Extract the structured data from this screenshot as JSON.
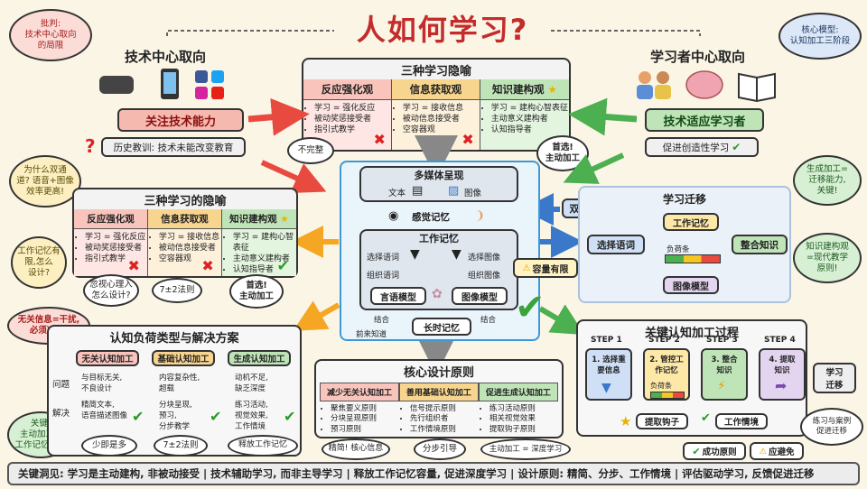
{
  "title": "人如何学习?",
  "bubbles": {
    "critique": "批判:\n技术中心取向\n的局限",
    "core_model": "核心模型:\n认知加工三阶段",
    "dual_channel_q": "为什么双通\n道? 语音+图像\n效率更高!",
    "wm_limited": "工作记忆有\n限,怎么\n设计?",
    "irrelevant": "无关信息=干扰,\n必须减少!",
    "key": "关键:\n主动加工+\n工作记忆管理",
    "gen_proc": "生成加工=\n迁移能力,\n关键!",
    "knowledge_view": "知识建构观\n=现代教学\n原则!",
    "incomplete": "不完整",
    "first_choice_top": "首选!\n主动加工",
    "ignore_psych": "忽视心理入\n怎么设计?",
    "seven_rule": "7±2法则",
    "first_choice_left": "首选!\n主动加工",
    "less_is_more": "少即是多",
    "seven_two": "7±2法则",
    "release_wm": "释放工作记忆",
    "precise_core": "精简! 核心信息",
    "step_guide": "分步引导",
    "active_deep": "主动加工 = 深度学习",
    "practice_case": "练习与案例\n促进迁移"
  },
  "left_top": {
    "heading": "技术中心取向",
    "focus": "关注技术能力",
    "lesson": "历史教训: 技术未能改变教育"
  },
  "right_top": {
    "heading": "学习者中心取向",
    "adapt": "技术适应学习者",
    "promote": "促进创造性学习"
  },
  "top_metaphors": {
    "title": "三种学习隐喻",
    "cols": [
      {
        "head": "反应强化观",
        "items": [
          "学习 = 强化反应",
          "被动奖惩接受者",
          "指引式教学"
        ]
      },
      {
        "head": "信息获取观",
        "items": [
          "学习 = 接收信息",
          "被动信息接受者",
          "空容器观"
        ]
      },
      {
        "head": "知识建构观",
        "items": [
          "学习 = 建构心智表征",
          "主动意义建构者",
          "认知指导者"
        ]
      }
    ]
  },
  "left_metaphors": {
    "title": "三种学习的隐喻",
    "cols": [
      {
        "head": "反应强化观",
        "items": [
          "学习 = 强化反应",
          "被动奖惩接受者",
          "指引式教学"
        ]
      },
      {
        "head": "信息获取观",
        "items": [
          "学习 = 接收信息",
          "被动信息接受者",
          "空容器观"
        ]
      },
      {
        "head": "知识建构观",
        "items": [
          "学习 = 建构心智表征",
          "主动意义建构者",
          "认知指导者"
        ]
      }
    ]
  },
  "center": {
    "multimedia": "多媒体呈现",
    "text": "文本",
    "image": "图像",
    "sensory": "感觉记忆",
    "working": "工作记忆",
    "select_words": "选择语词",
    "organize_words": "组织语词",
    "select_images": "选择图像",
    "organize_images": "组织图像",
    "verbal_model": "言语模型",
    "pictorial_model": "图像模型",
    "integrate_l": "结合",
    "integrate_r": "结合",
    "long_term": "长时记忆",
    "prior": "前来知道",
    "capacity": "容量有限",
    "dual": "双通道"
  },
  "transfer": {
    "title": "学习迁移",
    "select_words": "选择语词",
    "working": "工作记忆",
    "load": "负荷条",
    "integrate": "整合知识",
    "pictorial": "图像模型"
  },
  "load_types": {
    "title": "认知负荷类型与解决方案",
    "heads": [
      "无关认知加工",
      "基础认知加工",
      "生成认知加工"
    ],
    "problem": "问题",
    "solution": "解决",
    "problems": [
      "与目标无关,\n不良设计",
      "内容复杂性,\n超载",
      "动机不足,\n缺乏深度"
    ],
    "solutions": [
      "精简文本,\n语音描述图像",
      "分块呈现,\n预习,\n分步教学",
      "练习活动,\n视觉效果,\n工作情境"
    ]
  },
  "principles": {
    "title": "核心设计原则",
    "cols": [
      {
        "head": "减少无关认知加工",
        "items": [
          "聚焦要义原则",
          "分块呈现原则",
          "预习原则"
        ]
      },
      {
        "head": "善用基础认知加工",
        "items": [
          "信号提示原则",
          "先行组织者",
          "工作情境原则"
        ]
      },
      {
        "head": "促进生成认知加工",
        "items": [
          "练习活动原则",
          "相关视觉效果",
          "提取钩子原则"
        ]
      }
    ]
  },
  "process": {
    "title": "关键认知加工过程",
    "steps": [
      {
        "label": "STEP 1",
        "text": "1. 选择重\n要信息"
      },
      {
        "label": "STEP 2",
        "text": "2. 管控工\n作记忆"
      },
      {
        "label": "STEP 3",
        "text": "3. 整合\n知识"
      },
      {
        "label": "STEP 4",
        "text": "4. 提取\n知识"
      }
    ],
    "load_bar": "负荷条",
    "transfer": "学习\n迁移",
    "hook": "提取钩子",
    "context": "工作情境",
    "success": "成功原则",
    "avoid": "应避免"
  },
  "footer": "关键洞见: 学习是主动建构, 非被动接受 | 技术辅助学习, 而非主导学习 | 释放工作记忆容量, 促进深度学习 | 设计原则: 精简、分步、工作情境 | 评估驱动学习, 反馈促进迁移",
  "colors": {
    "red": "#e84a3f",
    "orange": "#f5a623",
    "green": "#4caf50",
    "blue": "#3a78c9",
    "title_red": "#c42b2b"
  }
}
